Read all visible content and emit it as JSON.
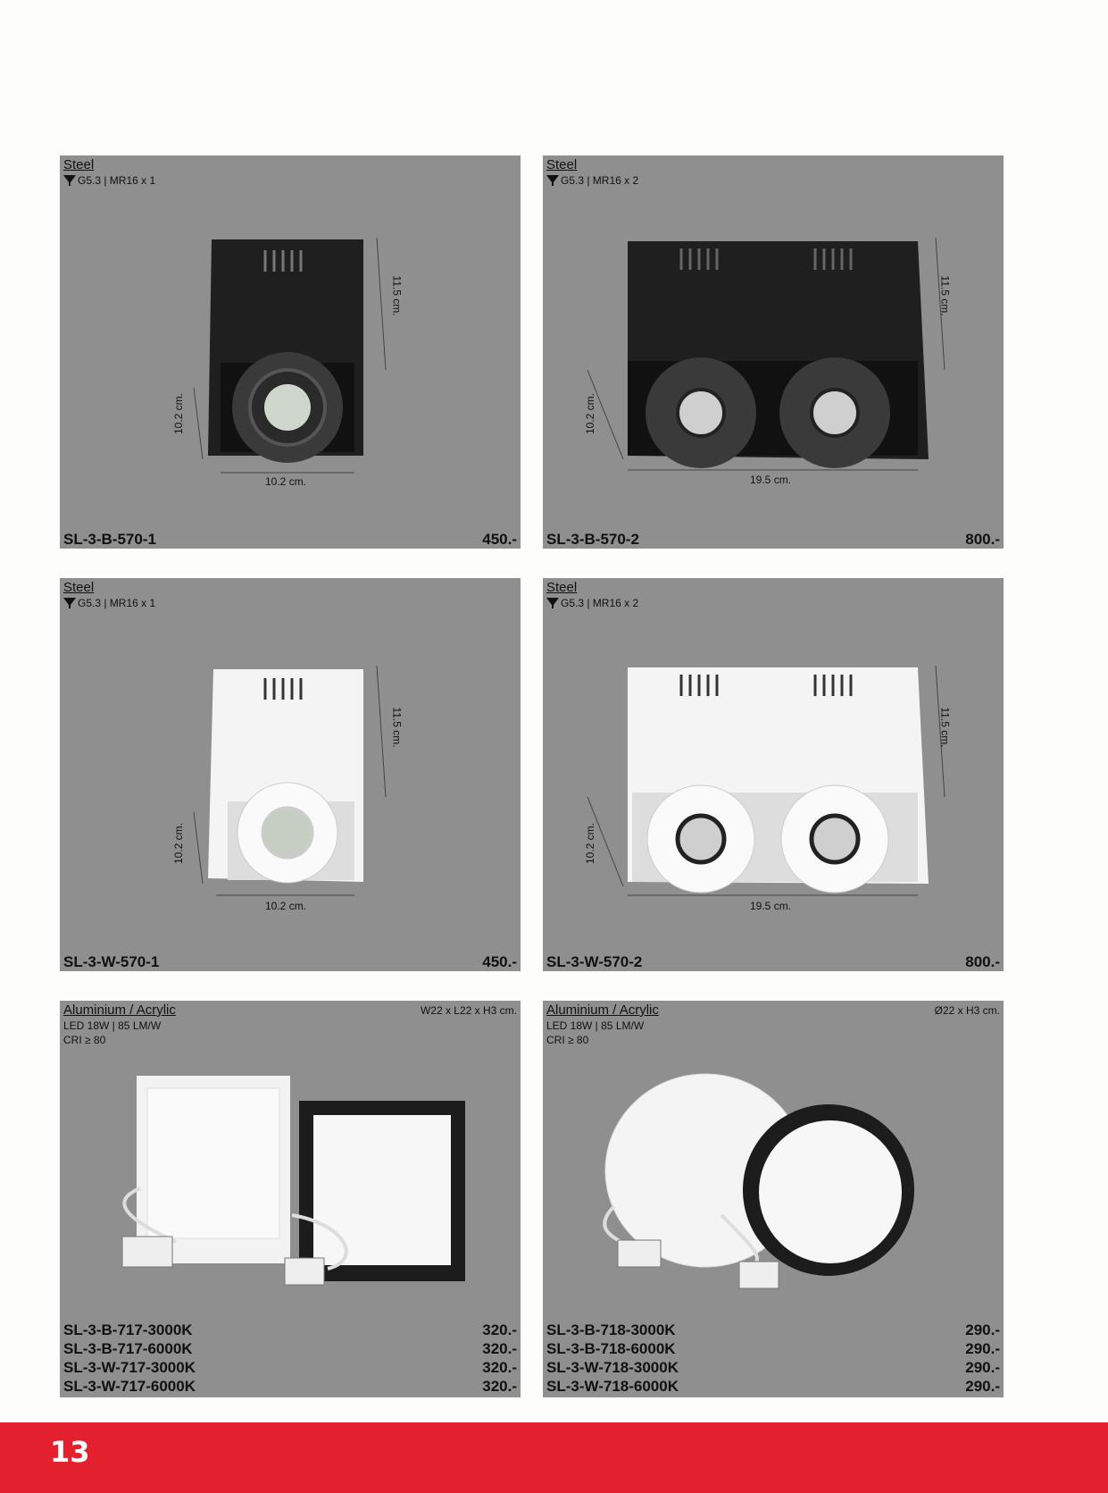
{
  "products": [
    {
      "material": "Steel",
      "spec": "G5.3 | MR16 x 1",
      "code": "SL-3-B-570-1",
      "price": "450.-",
      "dim_h": "11.5 cm.",
      "dim_d": "10.2 cm.",
      "dim_w": "10.2 cm."
    },
    {
      "material": "Steel",
      "spec": "G5.3 | MR16 x 2",
      "code": "SL-3-B-570-2",
      "price": "800.-",
      "dim_h": "11.5 cm.",
      "dim_d": "10.2 cm.",
      "dim_w": "19.5 cm."
    },
    {
      "material": "Steel",
      "spec": "G5.3 | MR16 x 1",
      "code": "SL-3-W-570-1",
      "price": "450.-",
      "dim_h": "11.5 cm.",
      "dim_d": "10.2 cm.",
      "dim_w": "10.2 cm."
    },
    {
      "material": "Steel",
      "spec": "G5.3 | MR16 x 2",
      "code": "SL-3-W-570-2",
      "price": "800.-",
      "dim_h": "11.5 cm.",
      "dim_d": "10.2 cm.",
      "dim_w": "19.5 cm."
    }
  ],
  "panels": [
    {
      "material": "Aluminium / Acrylic",
      "spec1": "LED 18W | 85 LM/W",
      "spec2": "CRI ≥ 80",
      "dims": "W22 x L22 x H3 cm.",
      "rows": [
        {
          "code": "SL-3-B-717-3000K",
          "price": "320.-"
        },
        {
          "code": "SL-3-B-717-6000K",
          "price": "320.-"
        },
        {
          "code": "SL-3-W-717-3000K",
          "price": "320.-"
        },
        {
          "code": "SL-3-W-717-6000K",
          "price": "320.-"
        }
      ]
    },
    {
      "material": "Aluminium / Acrylic",
      "spec1": "LED 18W | 85 LM/W",
      "spec2": "CRI ≥ 80",
      "dims": "Ø22 x H3 cm.",
      "rows": [
        {
          "code": "SL-3-B-718-3000K",
          "price": "290.-"
        },
        {
          "code": "SL-3-B-718-6000K",
          "price": "290.-"
        },
        {
          "code": "SL-3-W-718-3000K",
          "price": "290.-"
        },
        {
          "code": "SL-3-W-718-6000K",
          "price": "290.-"
        }
      ]
    }
  ],
  "page_number": "13",
  "colors": {
    "card_bg": "#8f8f8f",
    "footer": "#e3202d"
  }
}
